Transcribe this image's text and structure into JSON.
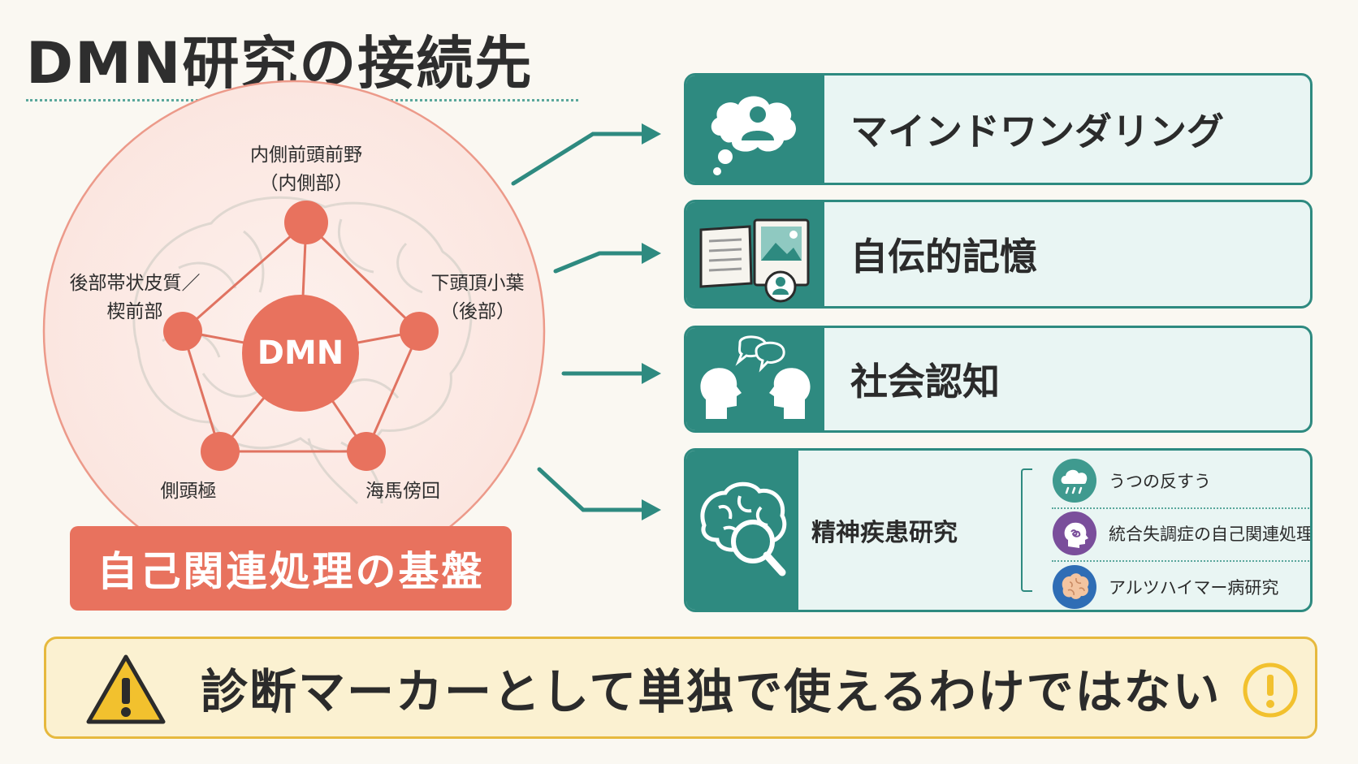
{
  "title": "DMN研究の接続先",
  "network": {
    "hub": "DMN",
    "nodes": [
      {
        "id": "mpfc",
        "lines": [
          "内側前頭前野",
          "（内側部）"
        ]
      },
      {
        "id": "ipl",
        "lines": [
          "下頭頂小葉",
          "（後部）"
        ]
      },
      {
        "id": "phg",
        "lines": [
          "海馬傍回"
        ]
      },
      {
        "id": "tp",
        "lines": [
          "側頭極"
        ]
      },
      {
        "id": "pcc",
        "lines": [
          "後部帯状皮質／",
          "楔前部"
        ]
      }
    ],
    "foundation": "自己関連処理の基盤"
  },
  "connections": [
    {
      "label": "マインドワンダリング",
      "icon": "thought-bubble-person-icon"
    },
    {
      "label": "自伝的記憶",
      "icon": "book-photo-person-icon"
    },
    {
      "label": "社会認知",
      "icon": "two-heads-speech-icon"
    },
    {
      "label": "精神疾患研究",
      "icon": "brain-magnifier-icon",
      "sub_items": [
        {
          "label": "うつの反すう",
          "icon": "rain-cloud-icon"
        },
        {
          "label": "統合失調症の自己関連処理",
          "icon": "head-scribble-icon"
        },
        {
          "label": "アルツハイマー病研究",
          "icon": "brain-icon"
        }
      ]
    }
  ],
  "warning": {
    "text": "診断マーカーとして単独で使えるわけではない",
    "icons": [
      "warning-triangle-icon",
      "exclamation-circle-icon"
    ]
  },
  "colors": {
    "teal": "#2e8a80",
    "teal_light": "#e9f5f3",
    "coral": "#e8725e",
    "coral_light": "#fbe9e4",
    "warning_fill": "#fbf1d1",
    "warning_border": "#e6b93e",
    "warning_icon": "#f2c12e"
  }
}
